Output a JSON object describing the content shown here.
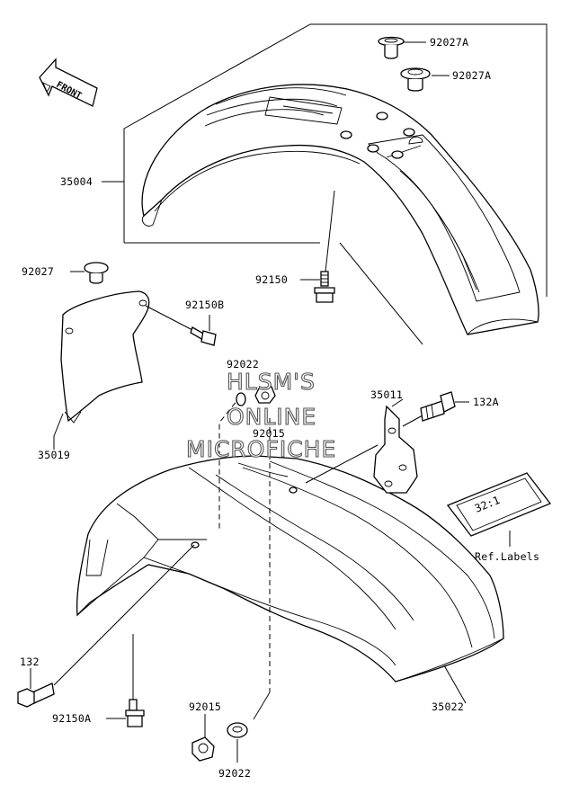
{
  "front_arrow": {
    "label": "FRONT"
  },
  "watermark": {
    "line1": "HLSM'S",
    "line2": "ONLINE",
    "line3": "MICROFICHE"
  },
  "ref_label_tag": {
    "text": "32:1"
  },
  "callouts": {
    "p92027A_top": "92027A",
    "p92027A_mid": "92027A",
    "p35004": "35004",
    "p92150": "92150",
    "p92027": "92027",
    "p92150B": "92150B",
    "p92022_top": "92022",
    "p92015_top": "92015",
    "p35011": "35011",
    "p132A": "132A",
    "p35019": "35019",
    "ref_labels": "Ref.Labels",
    "p132": "132",
    "p92150A": "92150A",
    "p92015_bottom": "92015",
    "p35022": "35022",
    "p92022_bottom": "92022"
  }
}
